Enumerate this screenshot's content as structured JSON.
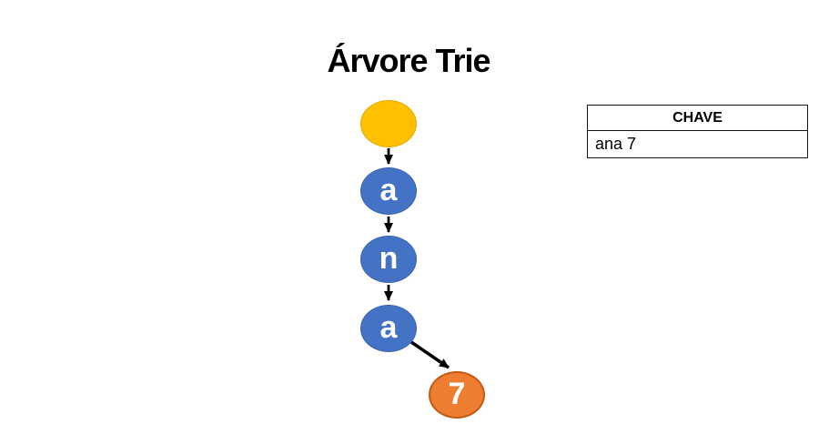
{
  "slide": {
    "title": "Árvore Trie",
    "background": "#ffffff",
    "title_color": "#000000"
  },
  "tree": {
    "description": "trie-diagram",
    "edge_color": "#000000",
    "nodes": [
      {
        "id": "root",
        "label": "",
        "fill": "#FFC000",
        "border": "#E5A800",
        "text_color": "#FFFFFF"
      },
      {
        "id": "a1",
        "label": "a",
        "fill": "#4472C4",
        "border": "#3B64AC",
        "text_color": "#FFFFFF"
      },
      {
        "id": "n",
        "label": "n",
        "fill": "#4472C4",
        "border": "#3B64AC",
        "text_color": "#FFFFFF"
      },
      {
        "id": "a2",
        "label": "a",
        "fill": "#4472C4",
        "border": "#3B64AC",
        "text_color": "#FFFFFF"
      },
      {
        "id": "leaf7",
        "label": "7",
        "fill": "#ED7D31",
        "border": "#C55A11",
        "text_color": "#FFFFFF"
      }
    ],
    "edges": [
      {
        "from": "root",
        "to": "a1"
      },
      {
        "from": "a1",
        "to": "n"
      },
      {
        "from": "n",
        "to": "a2"
      },
      {
        "from": "a2",
        "to": "leaf7"
      }
    ]
  },
  "key_table": {
    "header": "CHAVE",
    "rows": [
      "ana 7"
    ]
  }
}
